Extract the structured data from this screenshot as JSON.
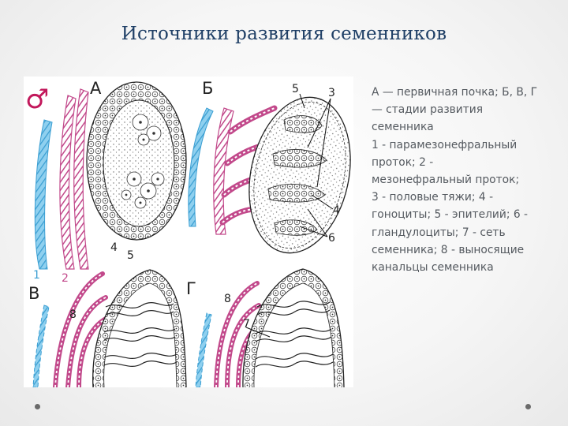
{
  "slide": {
    "title": "Источники развития семенников"
  },
  "figure": {
    "sex_symbol": "♂",
    "panel_labels": [
      "А",
      "Б",
      "В",
      "Г"
    ],
    "number_labels": {
      "a": [
        "4",
        "5"
      ],
      "b": [
        "5",
        "3",
        "4",
        "6"
      ],
      "duct": [
        "1",
        "2"
      ],
      "v": [
        "8"
      ],
      "g": [
        "8",
        "7"
      ]
    },
    "colors": {
      "blue_duct": "#5ab4e2",
      "magenta_duct": "#c2498b",
      "outline": "#2a2a2a"
    }
  },
  "caption": {
    "lines": [
      "А — первичная почка; Б, В, Г",
      "— стадии развития",
      "семенника",
      "1 - парамезонефральный",
      "проток; 2 -",
      "мезонефральный проток;",
      "3 - половые тяжи; 4 -",
      "гоноциты; 5 - эпителий; 6 -",
      "гландулоциты; 7 - сеть",
      "семенника; 8 - выносящие",
      "канальцы семенника"
    ]
  }
}
